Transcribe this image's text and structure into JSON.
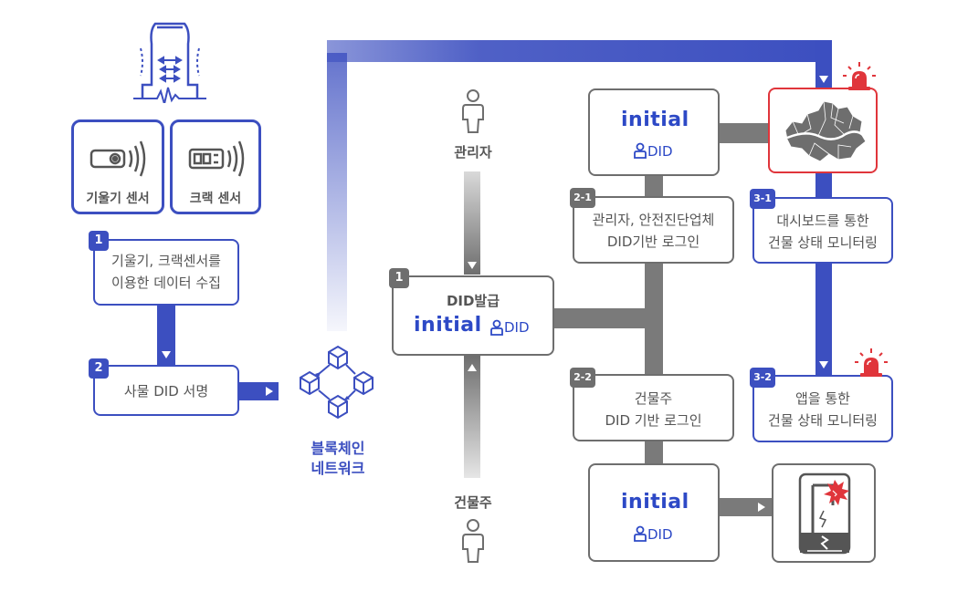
{
  "sensors": {
    "tilt_label": "기울기 센서",
    "crack_label": "크랙 센서"
  },
  "steps": {
    "s1_badge": "1",
    "s1_text_line1": "기울기, 크랙센서를",
    "s1_text_line2": "이용한 데이터 수집",
    "s2_badge": "2",
    "s2_text": "사물 DID 서명"
  },
  "blockchain": {
    "line1": "블록체인",
    "line2": "네트워크"
  },
  "roles": {
    "admin": "관리자",
    "owner": "건물주"
  },
  "did_issue": {
    "badge": "1",
    "title": "DID발급",
    "brand": "initial",
    "did": "DID"
  },
  "initial_top": {
    "brand": "initial",
    "did": "DID"
  },
  "initial_bottom": {
    "brand": "initial",
    "did": "DID"
  },
  "login_admin": {
    "badge": "2-1",
    "line1": "관리자, 안전진단업체",
    "line2": "DID기반 로그인"
  },
  "login_owner": {
    "badge": "2-2",
    "line1": "건물주",
    "line2": "DID 기반 로그인"
  },
  "monitor_dashboard": {
    "badge": "3-1",
    "line1": "대시보드를 통한",
    "line2": "건물 상태 모니터링"
  },
  "monitor_app": {
    "badge": "3-2",
    "line1": "앱을 통한",
    "line2": "건물 상태 모니터링"
  },
  "colors": {
    "blue": "#3c4fc0",
    "brand": "#2d49c6",
    "gray": "#6e6e6e",
    "red": "#e0353b"
  }
}
